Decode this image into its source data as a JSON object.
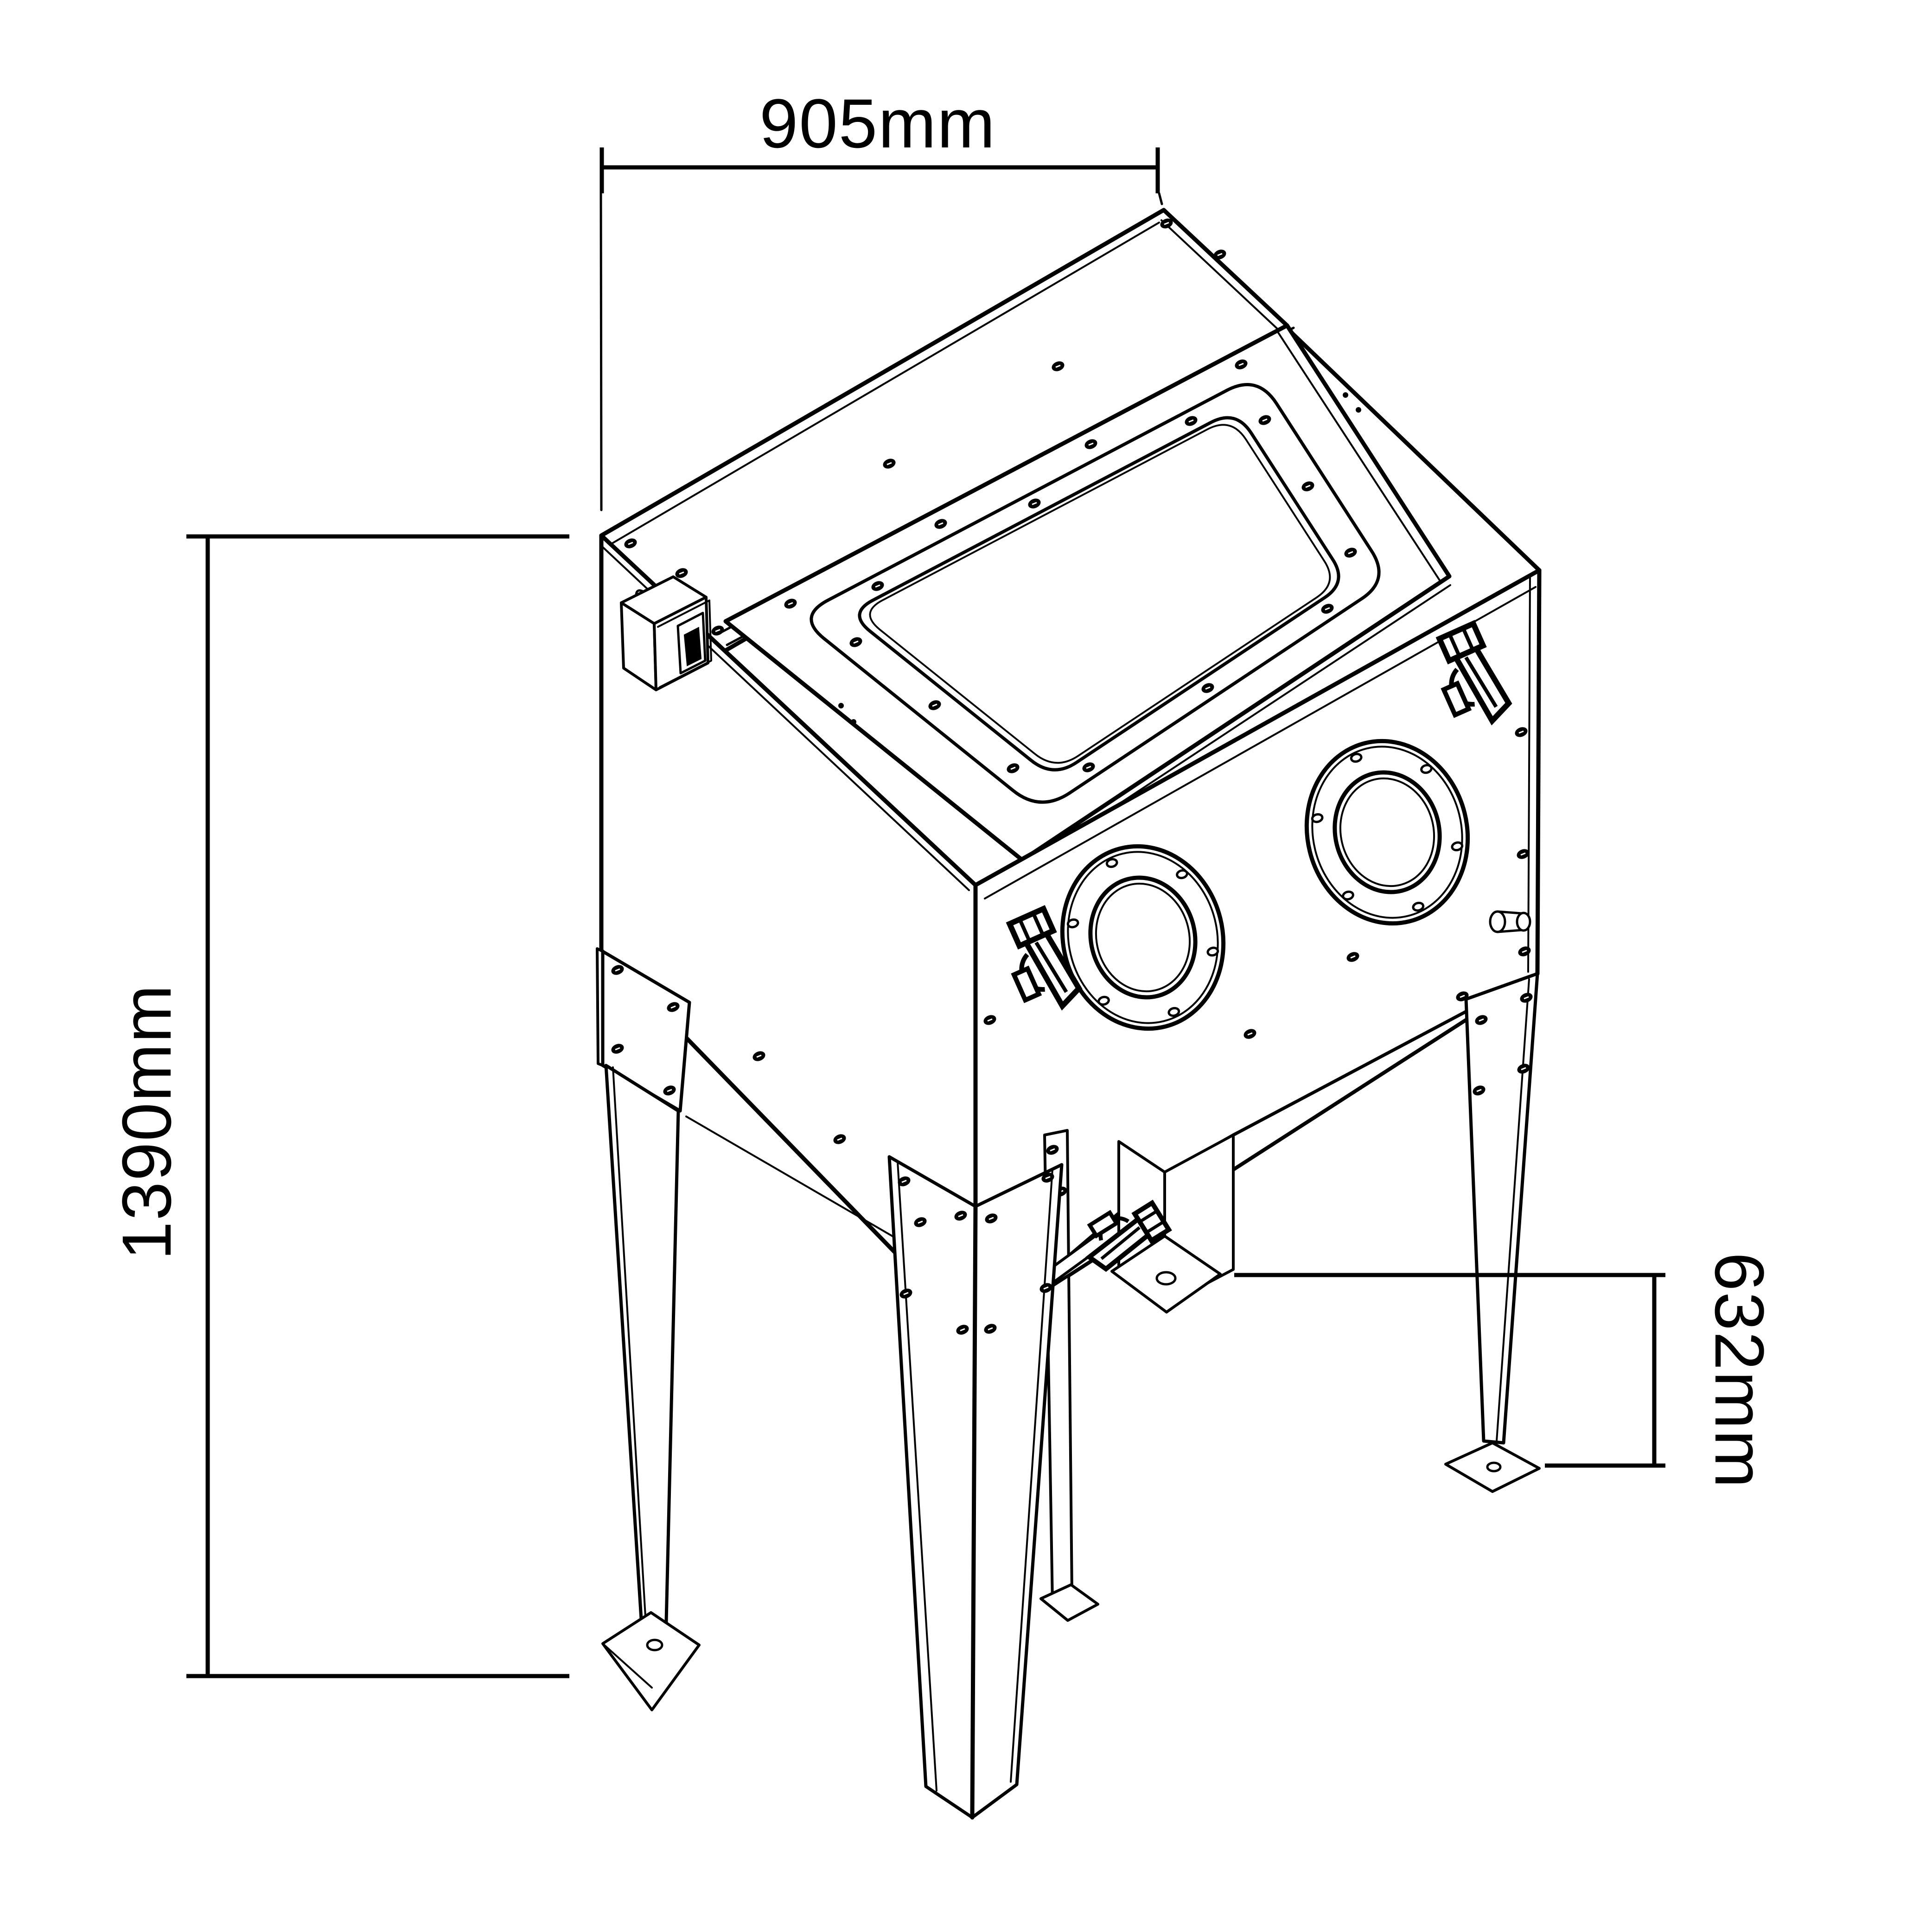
{
  "diagram": {
    "type": "technical-line-drawing",
    "view": "isometric",
    "subject": "Sandblasting cabinet with viewing-window lid, glove ports, hopper funnel and four-leg stand",
    "background_color": "#ffffff",
    "line_color": "#000000",
    "dimensions": {
      "width": {
        "label": "905mm",
        "orientation": "horizontal",
        "position": "top"
      },
      "height": {
        "label": "1390mm",
        "orientation": "vertical",
        "position": "left"
      },
      "ground_clearance": {
        "label": "632mm",
        "orientation": "vertical",
        "position": "right"
      }
    },
    "parts": [
      "top-back-panel",
      "hinge-strip",
      "sloped-lid",
      "lid-window",
      "window-bolts",
      "left-panel",
      "front-panel",
      "glove-port-left",
      "glove-port-right",
      "air-fitting",
      "lid-latch-right",
      "lid-latch-left",
      "hopper-latch",
      "power-switch",
      "hopper-funnel",
      "hopper-outlet",
      "outlet-base-plate",
      "leg-rear-left",
      "leg-front",
      "leg-right",
      "leg-back",
      "foot-rear-left",
      "foot-right",
      "foot-back"
    ]
  }
}
